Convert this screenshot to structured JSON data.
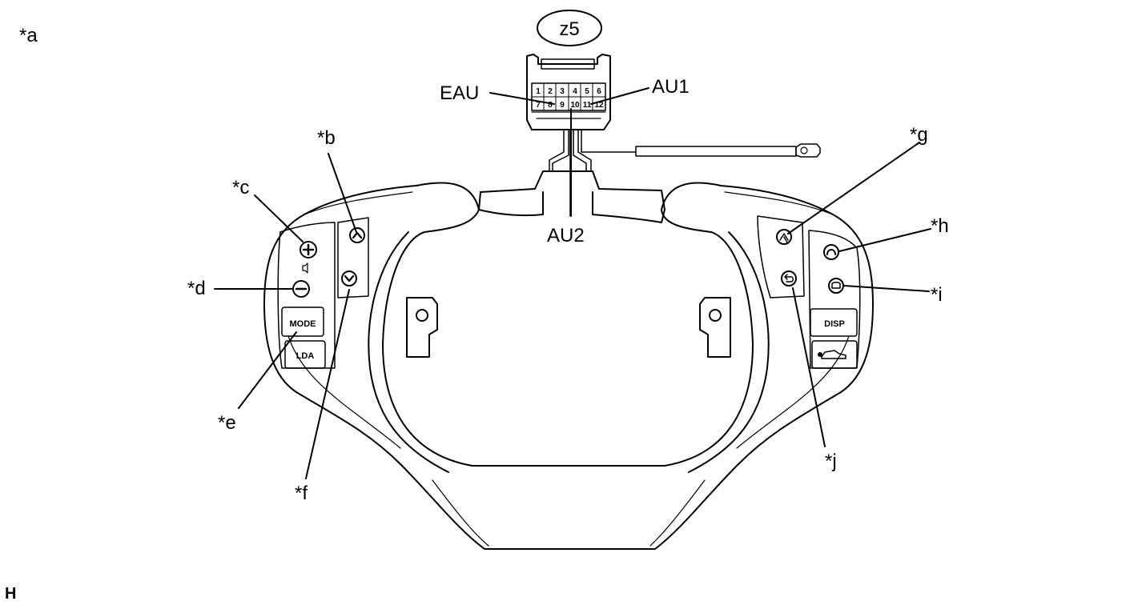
{
  "figure_code": "H",
  "connector": {
    "name": "z5",
    "pins_top": [
      "1",
      "2",
      "3",
      "4",
      "5",
      "6"
    ],
    "pins_bottom": [
      "7",
      "8",
      "9",
      "10",
      "11",
      "12"
    ]
  },
  "terminals": {
    "eau": "EAU",
    "au1": "AU1",
    "au2": "AU2"
  },
  "callouts": {
    "a": "*a",
    "b": "*b",
    "c": "*c",
    "d": "*d",
    "e": "*e",
    "f": "*f",
    "g": "*g",
    "h": "*h",
    "i": "*i",
    "j": "*j"
  },
  "buttons": {
    "mode": "MODE",
    "lda": "LDA",
    "disp": "DISP"
  }
}
